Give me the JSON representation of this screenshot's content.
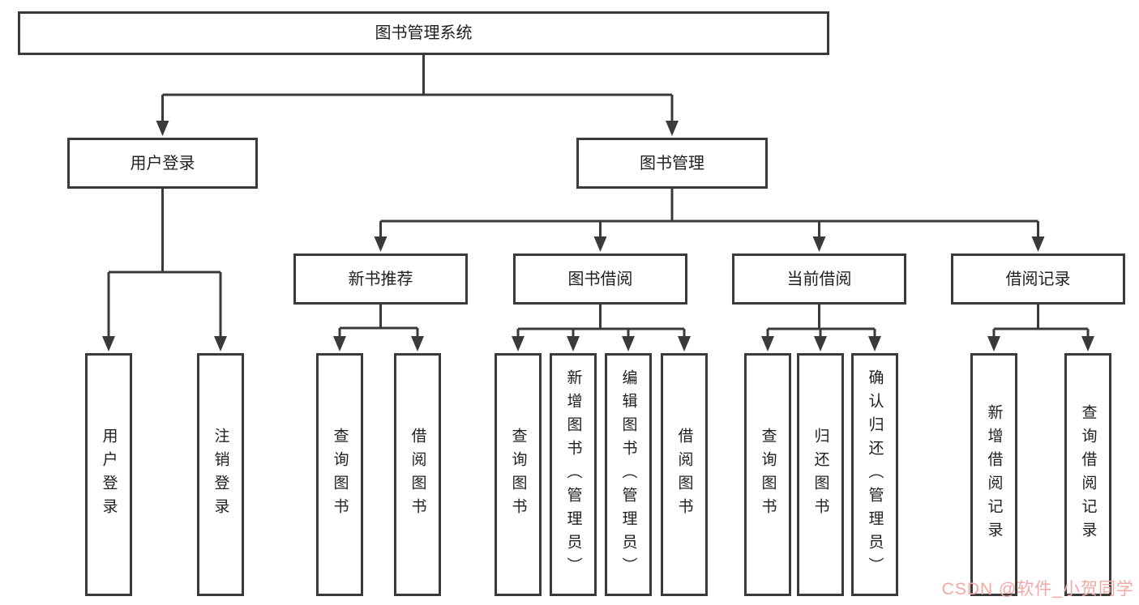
{
  "tree": {
    "label": "图书管理系统",
    "children": [
      {
        "label": "用户登录",
        "children": [
          {
            "label": "用户登录"
          },
          {
            "label": "注销登录"
          }
        ]
      },
      {
        "label": "图书管理",
        "children": [
          {
            "label": "新书推荐",
            "children": [
              {
                "label": "查询图书"
              },
              {
                "label": "借阅图书"
              }
            ]
          },
          {
            "label": "图书借阅",
            "children": [
              {
                "label": "查询图书"
              },
              {
                "label": "新增图书（管理员）"
              },
              {
                "label": "编辑图书（管理员）"
              },
              {
                "label": "借阅图书"
              }
            ]
          },
          {
            "label": "当前借阅",
            "children": [
              {
                "label": "查询图书"
              },
              {
                "label": "归还图书"
              },
              {
                "label": "确认归还（管理员）"
              }
            ]
          },
          {
            "label": "借阅记录",
            "children": [
              {
                "label": "新增借阅记录"
              },
              {
                "label": "查询借阅记录"
              }
            ]
          }
        ]
      }
    ]
  },
  "watermark": {
    "text": "CSDN @软件_小贺同学",
    "color": "#f0a9a5"
  },
  "colors": {
    "line": "#3a3a3a",
    "text": "#1f1f1f",
    "background": "#ffffff"
  }
}
